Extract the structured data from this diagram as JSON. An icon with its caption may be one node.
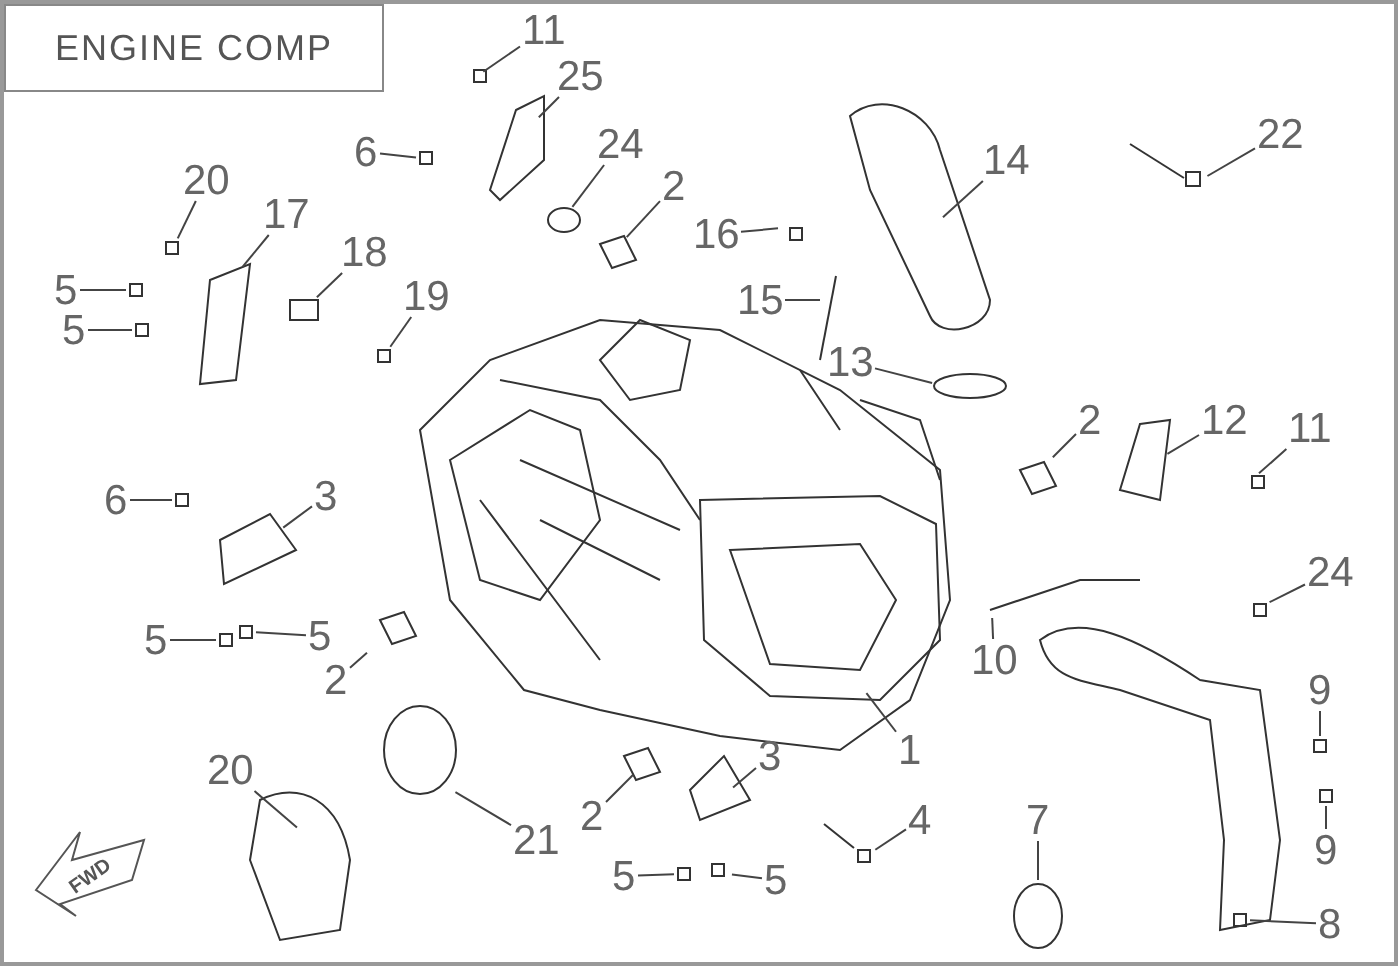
{
  "diagram": {
    "title": "ENGINE COMP",
    "nodes": [
      {
        "text": [
          "11"
        ]
      },
      {
        "text": [
          "25"
        ]
      },
      {
        "text": [
          "6"
        ]
      },
      {
        "text": [
          "24"
        ]
      },
      {
        "text": [
          "20"
        ]
      },
      {
        "text": [
          "17"
        ]
      },
      {
        "text": [
          "2"
        ]
      },
      {
        "text": [
          "16"
        ]
      },
      {
        "text": [
          "18"
        ]
      },
      {
        "text": [
          "5"
        ]
      },
      {
        "text": [
          "5"
        ]
      },
      {
        "text": [
          "19"
        ]
      },
      {
        "text": [
          "15"
        ]
      },
      {
        "text": [
          "14"
        ]
      },
      {
        "text": [
          "22"
        ]
      },
      {
        "text": [
          "13"
        ]
      },
      {
        "text": [
          "2"
        ]
      },
      {
        "text": [
          "12"
        ]
      },
      {
        "text": [
          "11"
        ]
      },
      {
        "text": [
          "6"
        ]
      },
      {
        "text": [
          "3"
        ]
      },
      {
        "text": [
          "24"
        ]
      },
      {
        "text": [
          "5"
        ]
      },
      {
        "text": [
          "5"
        ]
      },
      {
        "text": [
          "2"
        ]
      },
      {
        "text": [
          "10"
        ]
      },
      {
        "text": [
          "9"
        ]
      },
      {
        "text": [
          "20"
        ]
      },
      {
        "text": [
          "1"
        ]
      },
      {
        "text": [
          "3"
        ]
      },
      {
        "text": [
          "2"
        ]
      },
      {
        "text": [
          "21"
        ]
      },
      {
        "text": [
          "9"
        ]
      },
      {
        "text": [
          "4"
        ]
      },
      {
        "text": [
          "7"
        ]
      },
      {
        "text": [
          "5"
        ]
      },
      {
        "text": [
          "5"
        ]
      },
      {
        "text": [
          "8"
        ]
      }
    ],
    "edges": [
      {
        "from": 0,
        "to": null,
        "arrow": "none"
      },
      {
        "from": 1,
        "to": null,
        "arrow": "none"
      },
      {
        "from": 2,
        "to": null,
        "arrow": "none"
      },
      {
        "from": 3,
        "to": null,
        "arrow": "none"
      },
      {
        "from": 4,
        "to": null,
        "arrow": "none"
      },
      {
        "from": 5,
        "to": null,
        "arrow": "none"
      },
      {
        "from": 6,
        "to": null,
        "arrow": "none"
      },
      {
        "from": 7,
        "to": null,
        "arrow": "none"
      },
      {
        "from": 8,
        "to": null,
        "arrow": "none"
      },
      {
        "from": 9,
        "to": null,
        "arrow": "none"
      },
      {
        "from": 10,
        "to": null,
        "arrow": "none"
      },
      {
        "from": 11,
        "to": null,
        "arrow": "none"
      },
      {
        "from": 12,
        "to": null,
        "arrow": "none"
      },
      {
        "from": 13,
        "to": null,
        "arrow": "none"
      },
      {
        "from": 14,
        "to": null,
        "arrow": "none"
      },
      {
        "from": 15,
        "to": null,
        "arrow": "none"
      },
      {
        "from": 16,
        "to": null,
        "arrow": "none"
      },
      {
        "from": 17,
        "to": null,
        "arrow": "none"
      },
      {
        "from": 18,
        "to": null,
        "arrow": "none"
      },
      {
        "from": 19,
        "to": null,
        "arrow": "none"
      },
      {
        "from": 20,
        "to": null,
        "arrow": "none"
      },
      {
        "from": 21,
        "to": null,
        "arrow": "none"
      },
      {
        "from": 22,
        "to": null,
        "arrow": "none"
      },
      {
        "from": 23,
        "to": null,
        "arrow": "none"
      },
      {
        "from": 24,
        "to": null,
        "arrow": "none"
      },
      {
        "from": 25,
        "to": null,
        "arrow": "none"
      },
      {
        "from": 26,
        "to": null,
        "arrow": "none"
      },
      {
        "from": 27,
        "to": null,
        "arrow": "none"
      },
      {
        "from": 28,
        "to": null,
        "arrow": "none"
      },
      {
        "from": 29,
        "to": null,
        "arrow": "none"
      },
      {
        "from": 30,
        "to": null,
        "arrow": "none"
      },
      {
        "from": 31,
        "to": null,
        "arrow": "none"
      },
      {
        "from": 32,
        "to": null,
        "arrow": "none"
      },
      {
        "from": 33,
        "to": null,
        "arrow": "none"
      },
      {
        "from": 34,
        "to": null,
        "arrow": "none"
      },
      {
        "from": 35,
        "to": null,
        "arrow": "none"
      },
      {
        "from": 36,
        "to": null,
        "arrow": "none"
      },
      {
        "from": 37,
        "to": null,
        "arrow": "none"
      }
    ],
    "labels": [
      "FWD"
    ]
  }
}
